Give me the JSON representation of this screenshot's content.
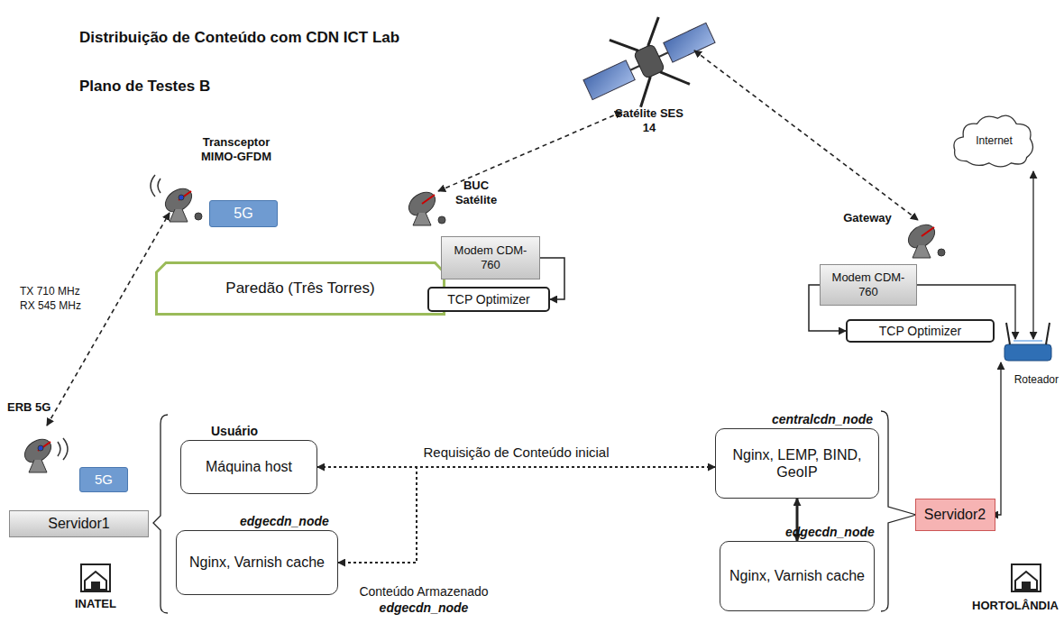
{
  "diagram": {
    "title": "Distribuição de Conteúdo com CDN ICT Lab",
    "nodes": [
      {
        "text": [
          "5G"
        ]
      },
      {
        "text": [
          "Paredão (Três Torres)"
        ]
      },
      {
        "text": [
          "Modem CDM-760"
        ]
      },
      {
        "text": [
          "TCP Optimizer"
        ]
      },
      {
        "text": [
          "Internet"
        ]
      },
      {
        "text": [
          "Modem CDM-760"
        ]
      },
      {
        "text": [
          "TCP Optimizer"
        ]
      },
      {
        "text": [
          "5G"
        ]
      },
      {
        "text": [
          "Servidor1"
        ]
      },
      {
        "text": [
          "Usuário",
          "Máquina host"
        ]
      },
      {
        "text": [
          "edgecdn_node",
          "Nginx, Varnish cache"
        ]
      },
      {
        "text": [
          "centralcdn_node",
          "Nginx, LEMP, BIND, GeoIP"
        ]
      },
      {
        "text": [
          "edgecdn_node",
          "Nginx, Varnish cache"
        ]
      },
      {
        "text": [
          "Servidor2"
        ]
      }
    ],
    "edges": [
      {
        "from": 2,
        "to": 3,
        "arrow": "to"
      },
      {
        "from": 5,
        "to": 6,
        "arrow": "to"
      },
      {
        "from": 9,
        "to": 11,
        "label": "Requisição de Conteúdo inicial",
        "arrow": "both"
      },
      {
        "from": 11,
        "to": 10,
        "arrow": "to"
      },
      {
        "from": 11,
        "to": 12,
        "arrow": "both"
      }
    ],
    "labels": [
      "Plano de Testes B",
      "Satélite SES 14",
      "Transceptor MIMO-GFDM",
      "BUC Satélite",
      "Gateway",
      "Roteador",
      "TX 710 MHz",
      "RX 545 MHz",
      "ERB 5G",
      "INATEL",
      "Conteúdo Armazenado",
      "edgecdn_node",
      "HORTOLÂNDIA"
    ]
  }
}
